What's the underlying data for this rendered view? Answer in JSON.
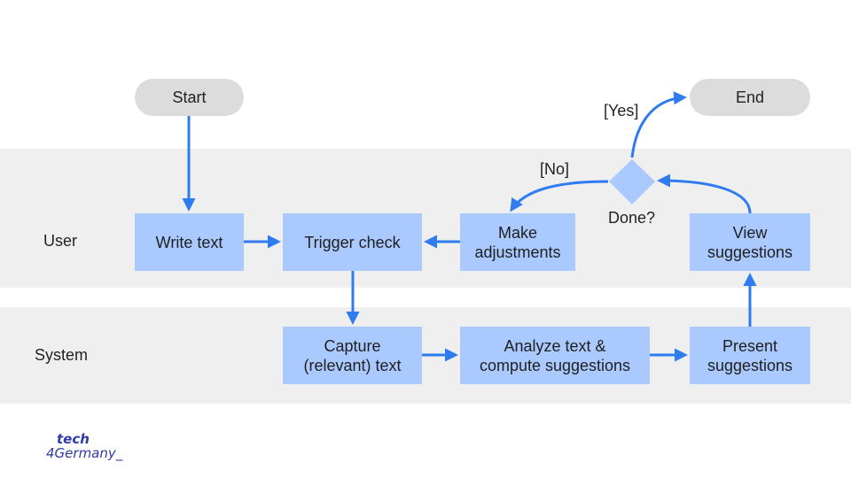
{
  "lanes": {
    "user": "User",
    "system": "System"
  },
  "terminals": {
    "start": "Start",
    "end": "End"
  },
  "nodes": {
    "write_text": "Write text",
    "trigger_check": "Trigger check",
    "make_adjustments_1": "Make",
    "make_adjustments_2": "adjustments",
    "view_suggestions_1": "View",
    "view_suggestions_2": "suggestions",
    "capture_text_1": "Capture",
    "capture_text_2": "(relevant) text",
    "analyze_text_1": "Analyze text &",
    "analyze_text_2": "compute suggestions",
    "present_suggestions_1": "Present",
    "present_suggestions_2": "suggestions"
  },
  "decision": {
    "label": "Done?",
    "yes": "[Yes]",
    "no": "[No]"
  },
  "logo": {
    "line1": "tech",
    "line2": "4Germany_"
  },
  "colors": {
    "box": "#a9c9ff",
    "arrow": "#2f7bf0",
    "lane": "#efefef",
    "terminal": "#dcdcdc",
    "diamond": "#a9c9ff"
  }
}
